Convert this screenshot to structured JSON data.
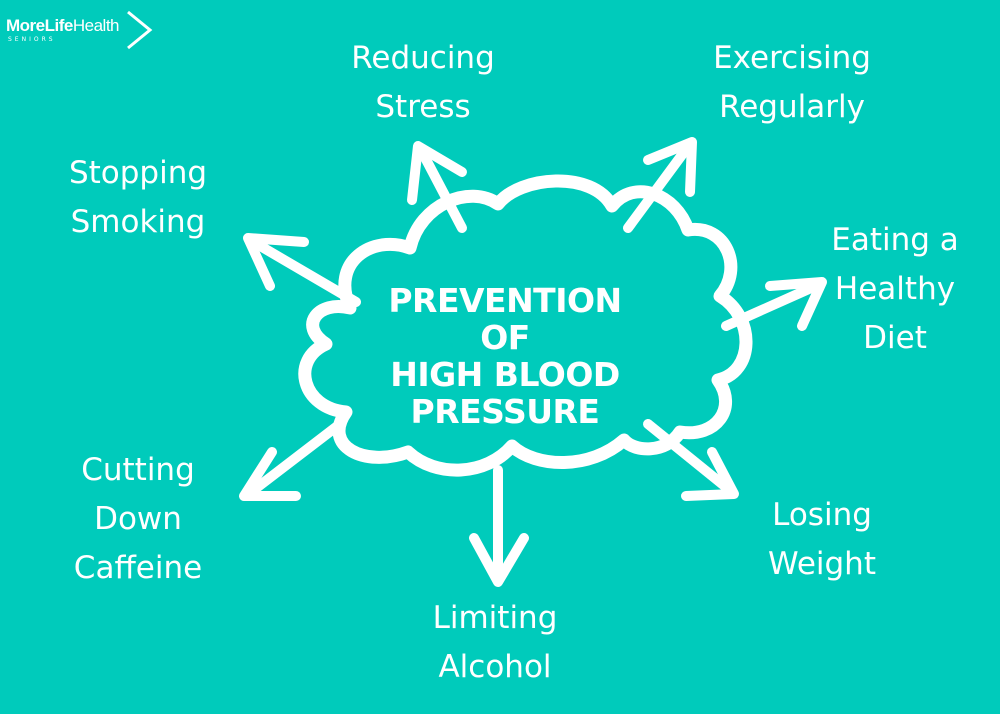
{
  "logo": {
    "brand_bold": "More",
    "brand_mid": "Life",
    "brand_light": "Health",
    "sub": "SENIORS"
  },
  "center": {
    "line1": "PREVENTION",
    "line2": "OF",
    "line3": "HIGH BLOOD",
    "line4": "PRESSURE"
  },
  "items": {
    "reducing_stress": [
      "Reducing",
      "Stress"
    ],
    "exercising": [
      "Exercising",
      "Regularly"
    ],
    "smoking": [
      "Stopping",
      "Smoking"
    ],
    "diet": [
      "Eating a",
      "Healthy",
      "Diet"
    ],
    "caffeine": [
      "Cutting",
      "Down",
      "Caffeine"
    ],
    "weight": [
      "Losing",
      "Weight"
    ],
    "alcohol": [
      "Limiting",
      "Alcohol"
    ]
  },
  "colors": {
    "background": "#00cbbb",
    "foreground": "#ffffff"
  }
}
